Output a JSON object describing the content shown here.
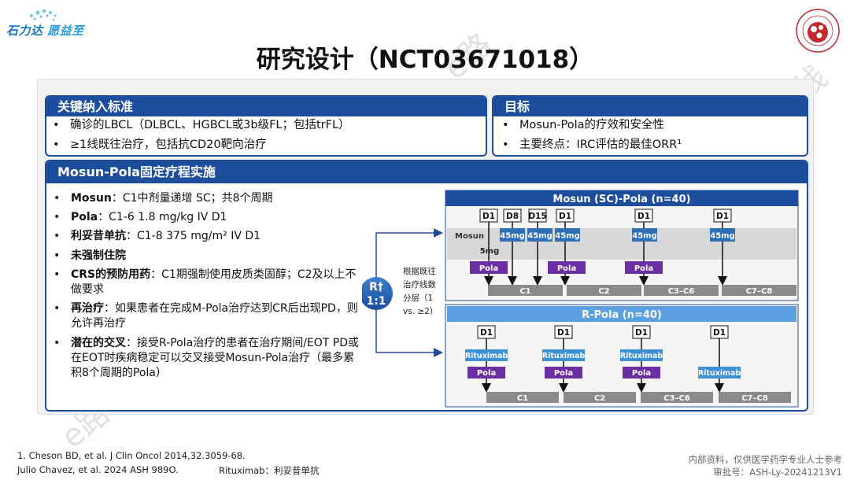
{
  "header": {
    "logo_text_1": "石力达",
    "logo_text_2": "愿益至",
    "title": "研究设计（NCT03671018）"
  },
  "criteria": {
    "title": "关键纳入标准",
    "items": [
      "确诊的LBCL（DLBCL、HGBCL或3b级FL；包括trFL）",
      "≥1线既往治疗，包括抗CD20靶向治疗"
    ]
  },
  "objectives": {
    "title": "目标",
    "items": [
      "Mosun-Pola的疗效和安全性",
      "主要终点：IRC评估的最佳ORR¹"
    ]
  },
  "regimen": {
    "title": "Mosun-Pola固定疗程实施",
    "items": [
      {
        "label": "Mosun",
        "text": "：C1中剂量递增 SC；共8个周期"
      },
      {
        "label": "Pola",
        "text": "：C1-6 1.8 mg/kg IV D1"
      },
      {
        "label": "利妥昔单抗",
        "text": "：C1-8 375 mg/m² IV D1"
      },
      {
        "label": "未强制住院",
        "text": ""
      },
      {
        "label": "CRS的预防用药",
        "text": "：C1期强制使用皮质类固醇；C2及以上不做要求"
      },
      {
        "label": "再治疗",
        "text": "：如果患者在完成M-Pola治疗达到CR后出现PD，则允许再治疗"
      },
      {
        "label": "潜在的交叉",
        "text": "：接受R-Pola治疗的患者在治疗期间/EOT PD或在EOT时疾病稳定可以交叉接受Mosun-Pola治疗（最多累积8个周期的Pola）"
      }
    ]
  },
  "randomization": {
    "label_line1": "R†",
    "label_line2": "1:1",
    "strat_text": [
      "根据既往",
      "治疗线数",
      "分层（1",
      "vs. ≥2）"
    ]
  },
  "arm_a": {
    "title": "Mosun (SC)-Pola (n=40)",
    "row_label": "Mosun",
    "day_labels": [
      "D1",
      "D8",
      "D15",
      "D1",
      "D1",
      "D1"
    ],
    "mosun_doses": [
      "5mg",
      "45mg",
      "45mg",
      "45mg",
      "45mg",
      "45mg"
    ],
    "pola_label": "Pola",
    "cycles": [
      "C1",
      "C2",
      "C3–C6",
      "C7–C8"
    ]
  },
  "arm_b": {
    "title": "R-Pola (n=40)",
    "day_labels": [
      "D1",
      "D1",
      "D1",
      "D1"
    ],
    "ritux_label": "Rituximab",
    "pola_label": "Pola",
    "cycles": [
      "C1",
      "C2",
      "C3–C6",
      "C7–C8"
    ]
  },
  "footer": {
    "ref1": "1. Cheson BD, et al. J Clin Oncol 2014,32.3059-68.",
    "ref2": "Julio Chavez, et al. 2024 ASH 989O.",
    "note": "Rituximab：利妥昔单抗",
    "internal": "内部资料，仅供医学药学专业人士参考",
    "approval": "审批号：ASH-Ly-20241213V1"
  },
  "watermark": "e路新干线",
  "colors": {
    "navy": "#1d4e9e",
    "blue_box": "#2e6fb8",
    "purple": "#6b2fa3",
    "gray_bar": "#8a8a8a"
  }
}
